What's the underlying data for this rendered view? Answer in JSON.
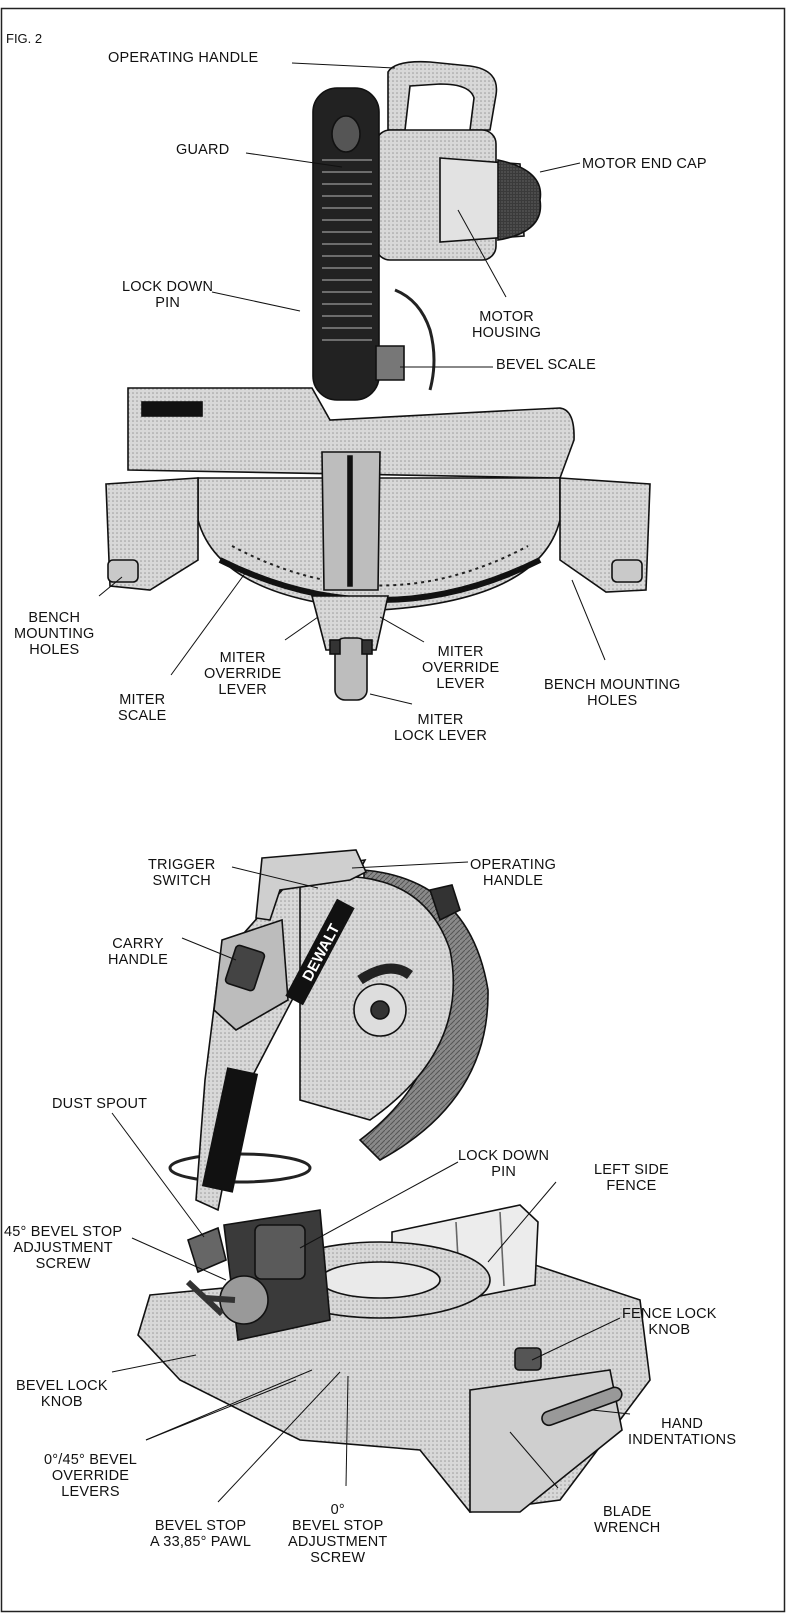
{
  "figure_label": "FIG. 2",
  "top_view": {
    "operating_handle": "OPERATING HANDLE",
    "guard": "GUARD",
    "motor_end_cap": "MOTOR END CAP",
    "lock_down_pin": [
      "LOCK DOWN",
      "PIN"
    ],
    "motor_housing": [
      "MOTOR",
      "HOUSING"
    ],
    "bevel_scale": "BEVEL SCALE",
    "bench_mounting_holes_left": [
      "BENCH",
      "MOUNTING",
      "HOLES"
    ],
    "miter_override_lever_left": [
      "MITER",
      "OVERRIDE",
      "LEVER"
    ],
    "miter_override_lever_right": [
      "MITER",
      "OVERRIDE",
      "LEVER"
    ],
    "bench_mounting_holes_right": [
      "BENCH MOUNTING",
      "HOLES"
    ],
    "miter_scale": [
      "MITER",
      "SCALE"
    ],
    "miter_lock_lever": [
      "MITER",
      "LOCK LEVER"
    ]
  },
  "bottom_view": {
    "trigger_switch": [
      "TRIGGER",
      "SWITCH"
    ],
    "operating_handle": [
      "OPERATING",
      "HANDLE"
    ],
    "carry_handle": [
      "CARRY",
      "HANDLE"
    ],
    "brand_logo": "DEWALT",
    "dust_spout": "DUST SPOUT",
    "lock_down_pin": [
      "LOCK DOWN",
      "PIN"
    ],
    "left_side_fence": [
      "LEFT SIDE",
      "FENCE"
    ],
    "bevel_stop_45": [
      "45° BEVEL STOP",
      "ADJUSTMENT",
      "SCREW"
    ],
    "fence_lock_knob": [
      "FENCE LOCK",
      "KNOB"
    ],
    "bevel_lock_knob": [
      "BEVEL LOCK",
      "KNOB"
    ],
    "hand_indentations": [
      "HAND",
      "INDENTATIONS"
    ],
    "bevel_override_levers": [
      "0°/45° BEVEL",
      "OVERRIDE",
      "LEVERS"
    ],
    "blade_wrench": [
      "BLADE",
      "WRENCH"
    ],
    "bevel_stop_pawl": [
      "BEVEL STOP",
      "A 33,85° PAWL"
    ],
    "bevel_stop_0": [
      "0°",
      "BEVEL STOP",
      "ADJUSTMENT",
      "SCREW"
    ]
  }
}
